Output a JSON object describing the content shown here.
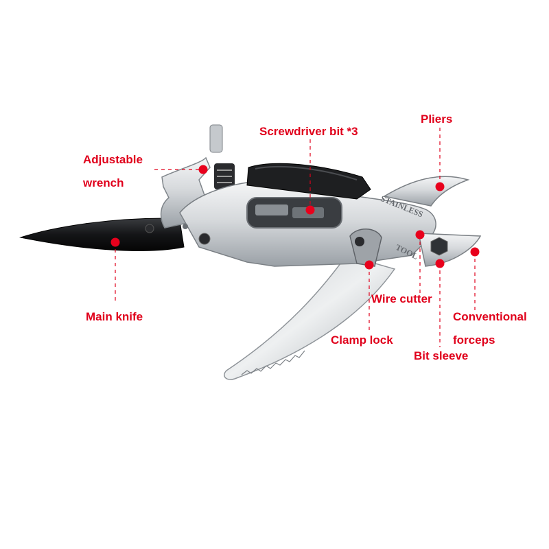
{
  "colors": {
    "accent": "#e0001b",
    "label_text": "#e0001b",
    "marker": "#e8001c",
    "background": "#ffffff",
    "steel_light": "#e4e6e8",
    "steel_mid": "#b9bdc2",
    "steel_dark": "#7d8287",
    "blade_black": "#111214",
    "handle_black": "#1c1d1f"
  },
  "labels": {
    "adjustable_wrench_line1": "Adjustable",
    "adjustable_wrench_line2": "wrench",
    "screwdriver_bit": "Screwdriver bit *3",
    "pliers": "Pliers",
    "main_knife": "Main knife",
    "wire_cutter": "Wire cutter",
    "conventional_forceps_line1": "Conventional",
    "conventional_forceps_line2": "forceps",
    "clamp_lock": "Clamp lock",
    "bit_sleeve": "Bit sleeve"
  },
  "engraving": {
    "line1": "STAINLESS",
    "line2": "TOOL"
  }
}
